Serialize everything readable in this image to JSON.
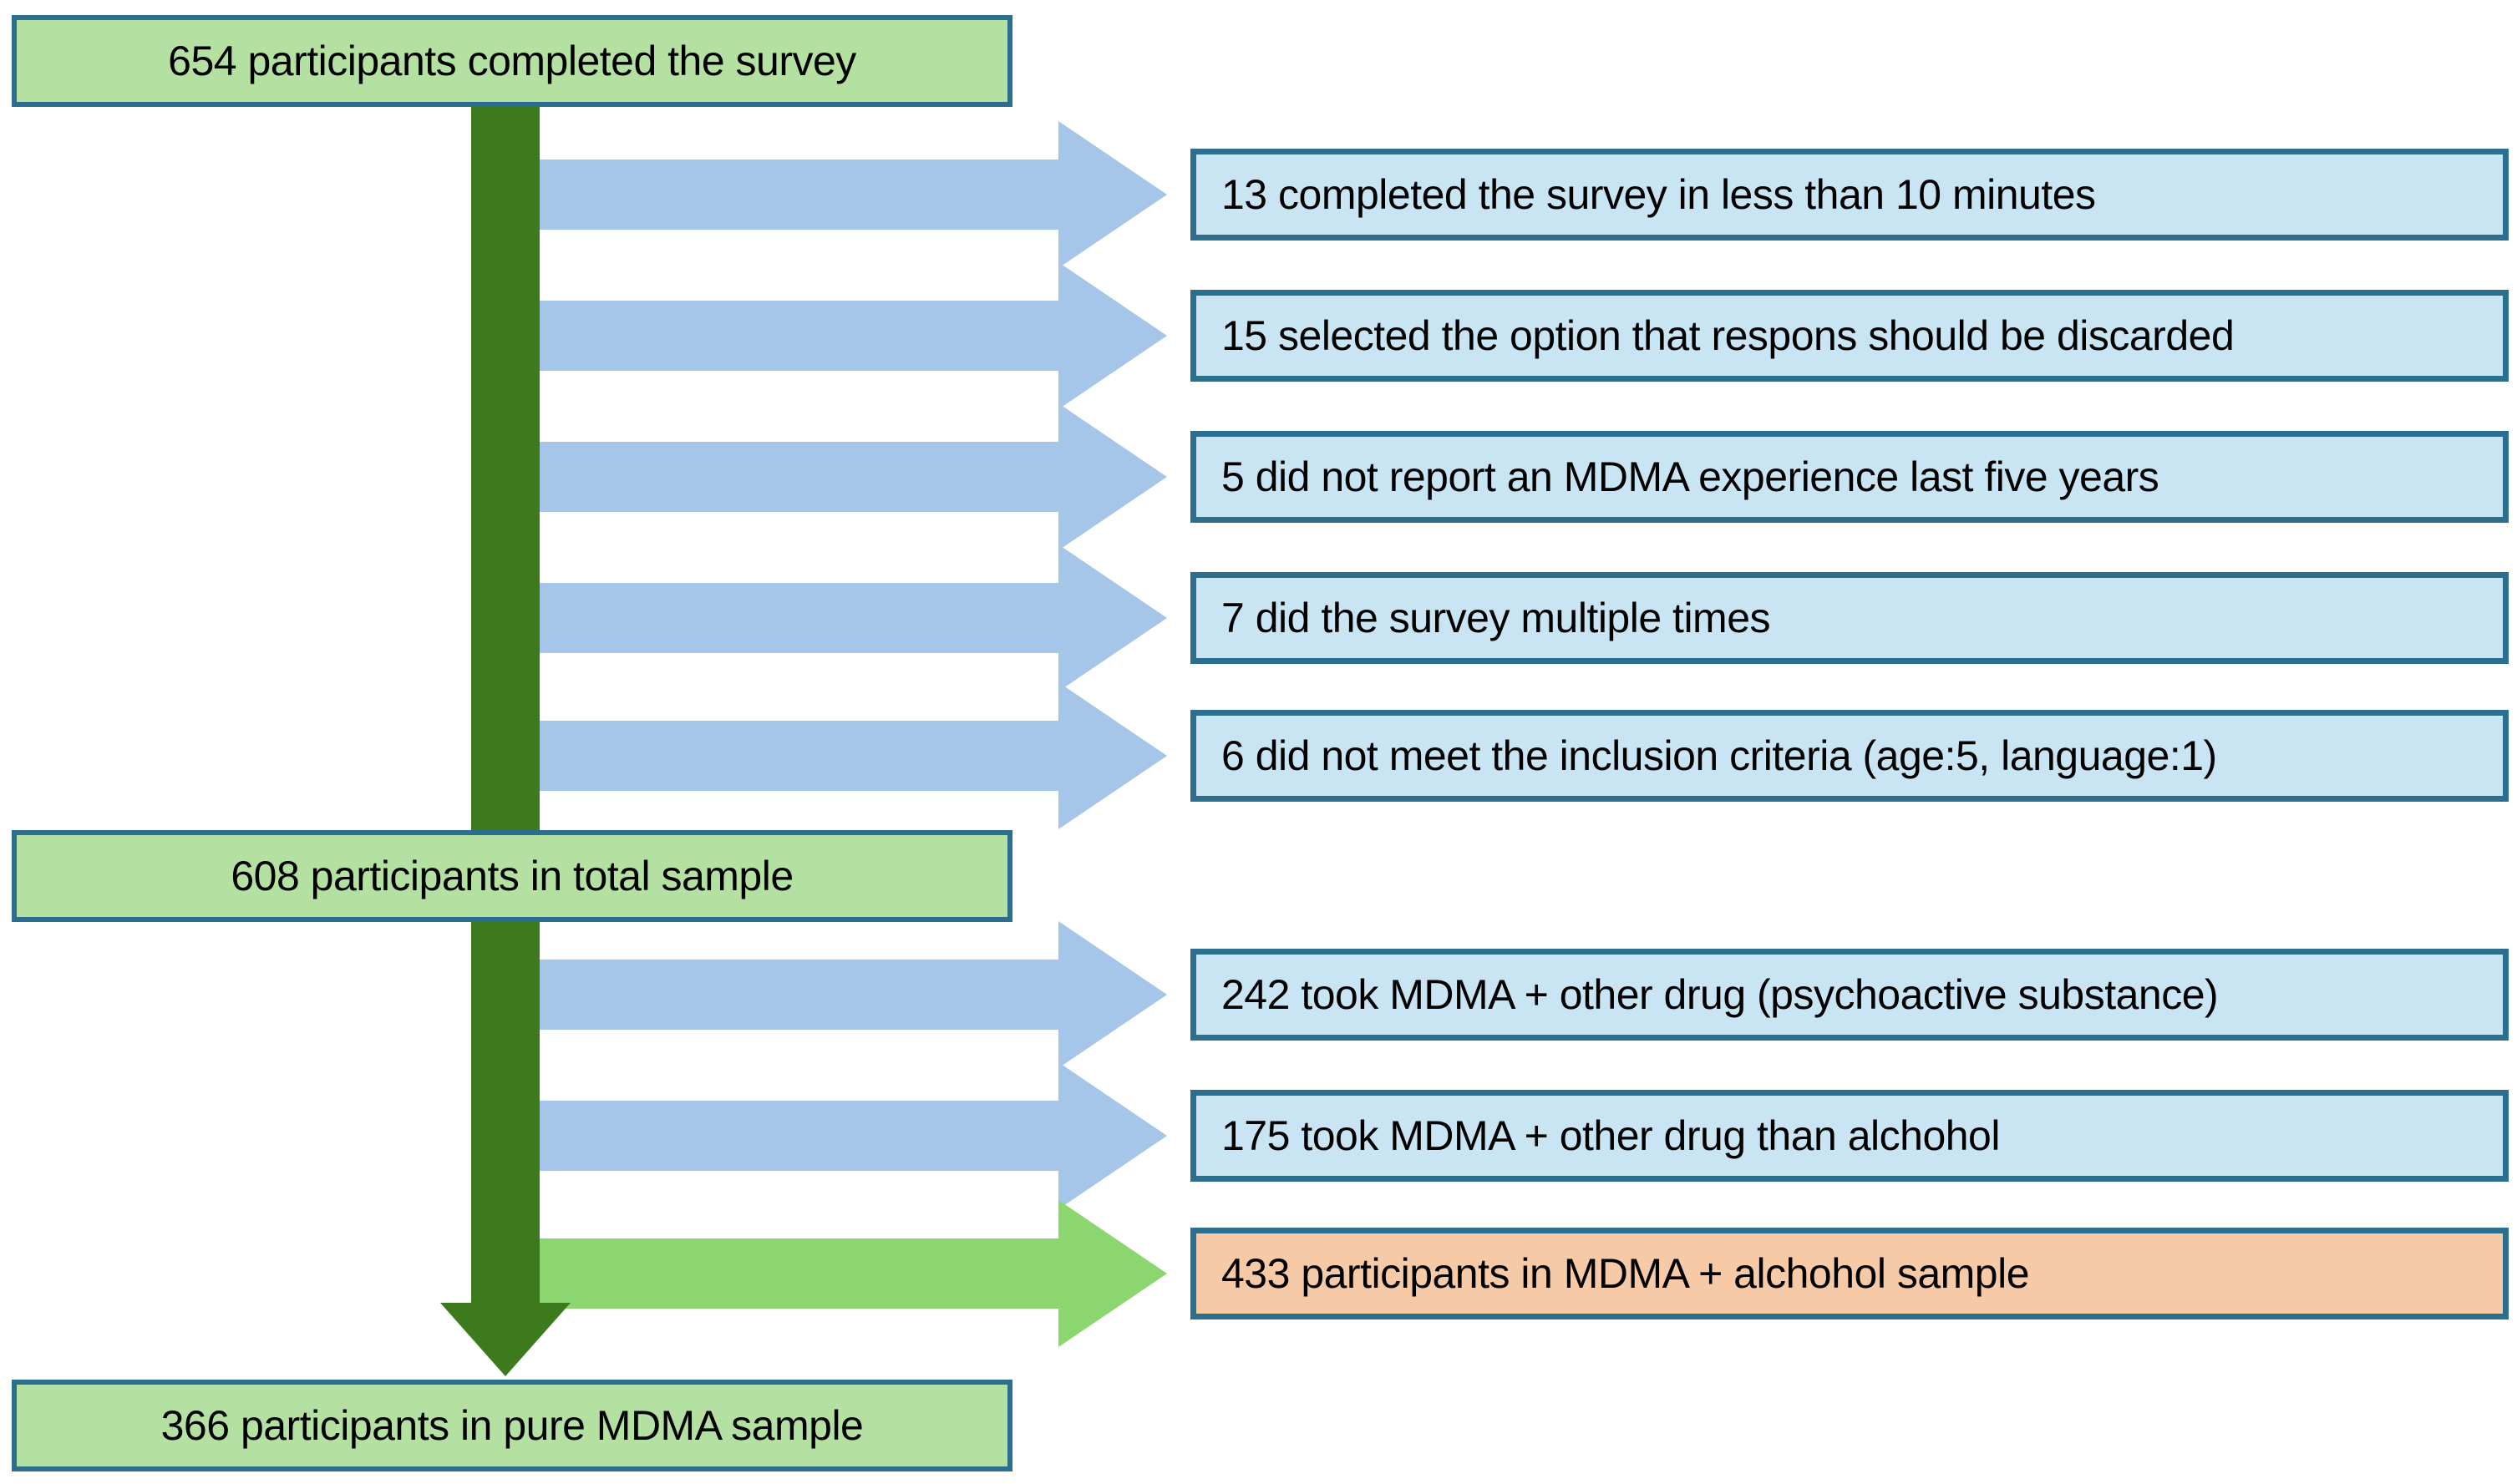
{
  "flow": {
    "start": "654 participants completed the survey",
    "stage1_exclusions": [
      "13 completed the survey in less than 10 minutes",
      "15 selected the option that respons should be discarded",
      "5 did not report an MDMA experience last five years",
      "7 did the survey multiple times",
      "6 did not meet the inclusion criteria (age:5, language:1)"
    ],
    "total": "608 participants in total sample",
    "stage2_exclusions": [
      "242 took MDMA + other drug (psychoactive substance)",
      "175 took MDMA + other drug than alchohol"
    ],
    "alcohol_sample": "433 participants in MDMA + alchohol sample",
    "final": "366 participants in pure MDMA sample"
  },
  "colors": {
    "green-fill": "#b4e0a2",
    "blue-fill": "#c9e5f3",
    "orange-fill": "#f6caa6",
    "teal-border": "#2b6e8e",
    "arrow-blue": "#a5c6e8",
    "arrow-green": "#8cd66f",
    "dark-green": "#3d7a1e",
    "text": "#000000"
  }
}
